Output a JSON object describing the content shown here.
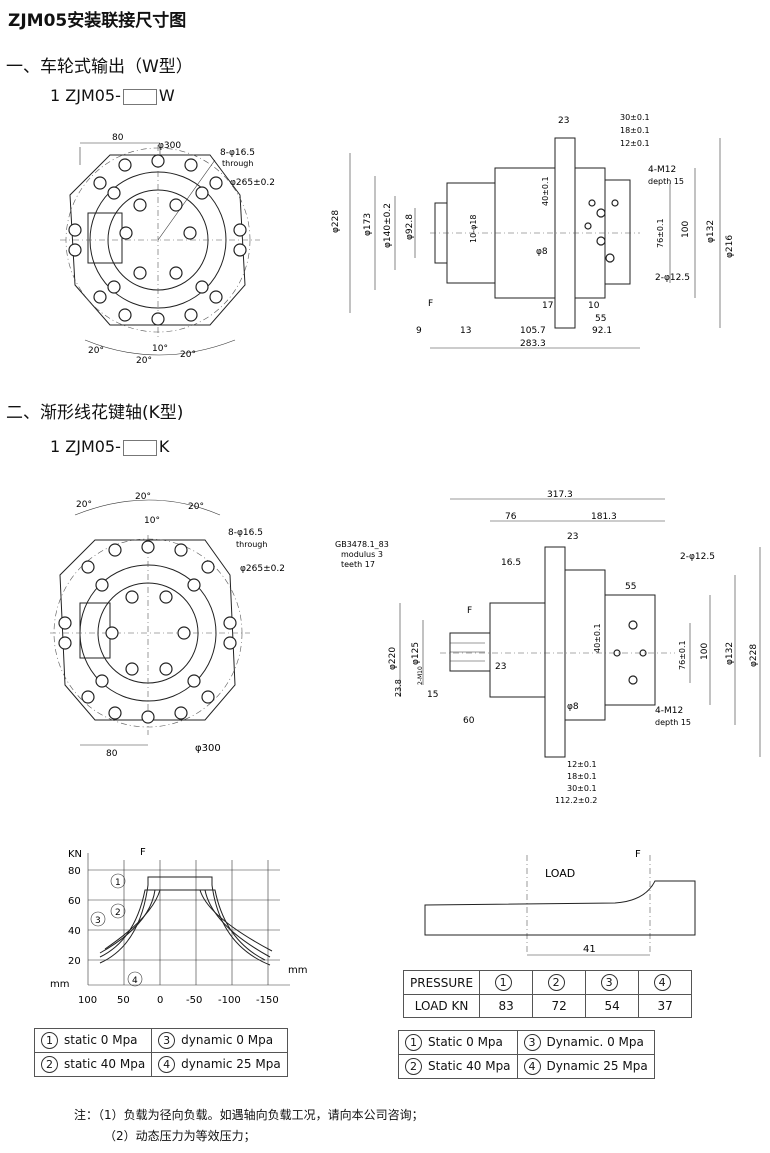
{
  "header": {
    "title": "ZJM05安装联接尺寸图"
  },
  "section1": {
    "title": "一、车轮式输出（W型）",
    "model_prefix": "1 ZJM05-",
    "model_suffix": "W"
  },
  "section2": {
    "title": "二、渐形线花键轴(K型)",
    "model_prefix": "1 ZJM05-",
    "model_suffix": "K"
  },
  "w_front": {
    "dim_80": "80",
    "dim_300": "φ300",
    "holes": "8-φ16.5",
    "through": "through",
    "pcd": "φ265±0.2",
    "a1": "20°",
    "a2": "10°",
    "a3": "20°",
    "a4": "20°"
  },
  "w_side": {
    "d228": "φ228",
    "d173": "φ173",
    "d140": "φ140±0.2",
    "d92": "φ92.8",
    "spline": "10-φ18",
    "d40": "40±0.1",
    "d8": "φ8",
    "d23": "23",
    "d30": "30±0.1",
    "d18": "18±0.1",
    "d12": "12±0.1",
    "m12": "4-M12",
    "depth": "depth 15",
    "d76": "76±0.1",
    "d100": "100",
    "d132": "φ132",
    "d216": "φ216",
    "d125": "2-φ12.5",
    "F": "F",
    "d17": "17",
    "d10": "10",
    "d55": "55",
    "d9": "9",
    "d13": "13",
    "d105": "105.7",
    "d92_1": "92.1",
    "d283": "283.3"
  },
  "k_front": {
    "a1": "20°",
    "a2": "20°",
    "a3": "20°",
    "a4": "10°",
    "holes": "8-φ16.5",
    "through": "through",
    "pcd": "φ265±0.2",
    "dim_80": "80",
    "dim_300": "φ300"
  },
  "k_side": {
    "d317": "317.3",
    "d76": "76",
    "d181": "181.3",
    "d23": "23",
    "d16": "16.5",
    "gb": "GB3478.1_83",
    "modulus": "modulus 3",
    "teeth": "teeth      17",
    "d125h": "2-φ12.5",
    "d55": "55",
    "F": "F",
    "d220": "φ220",
    "d125": "φ125",
    "d40": "40±0.1",
    "d76b": "76±0.1",
    "d100": "100",
    "d132": "φ132",
    "d228": "φ228",
    "d238": "23.8",
    "m10": "2-M10",
    "d23b": "23",
    "d15": "15",
    "d8": "φ8",
    "m12": "4-M12",
    "depth": "depth 15",
    "d60": "60",
    "d12": "12±0.1",
    "d18": "18±0.1",
    "d30": "30±0.1",
    "d112": "112.2±0.2"
  },
  "load_chart": {
    "ylabel": "KN",
    "xlabel_left": "mm",
    "xlabel_right": "mm",
    "F": "F",
    "yticks": [
      "80",
      "60",
      "40",
      "20"
    ],
    "xticks": [
      "100",
      "50",
      "0",
      "-50",
      "-100",
      "-150"
    ],
    "markers": [
      "1",
      "2",
      "3",
      "4"
    ]
  },
  "load_diagram": {
    "load": "LOAD",
    "F": "F",
    "d41": "41"
  },
  "legend_left": [
    [
      "1",
      "static 0 Mpa",
      "3",
      "dynamic 0 Mpa"
    ],
    [
      "2",
      "static 40 Mpa",
      "4",
      "dynamic 25 Mpa"
    ]
  ],
  "pressure_table": {
    "h1": "PRESSURE",
    "h2": "LOAD KN",
    "cols": [
      "1",
      "2",
      "3",
      "4"
    ],
    "vals": [
      "83",
      "72",
      "54",
      "37"
    ]
  },
  "legend_right": [
    [
      "1",
      "Static 0 Mpa",
      "3",
      "Dynamic. 0 Mpa"
    ],
    [
      "2",
      "Static 40 Mpa",
      "4",
      "Dynamic  25 Mpa"
    ]
  ],
  "notes": {
    "n1": "注：（1）负载为径向负载。如遇轴向负载工况，请向本公司咨询；",
    "n2": "（2）动态压力为等效压力；"
  }
}
